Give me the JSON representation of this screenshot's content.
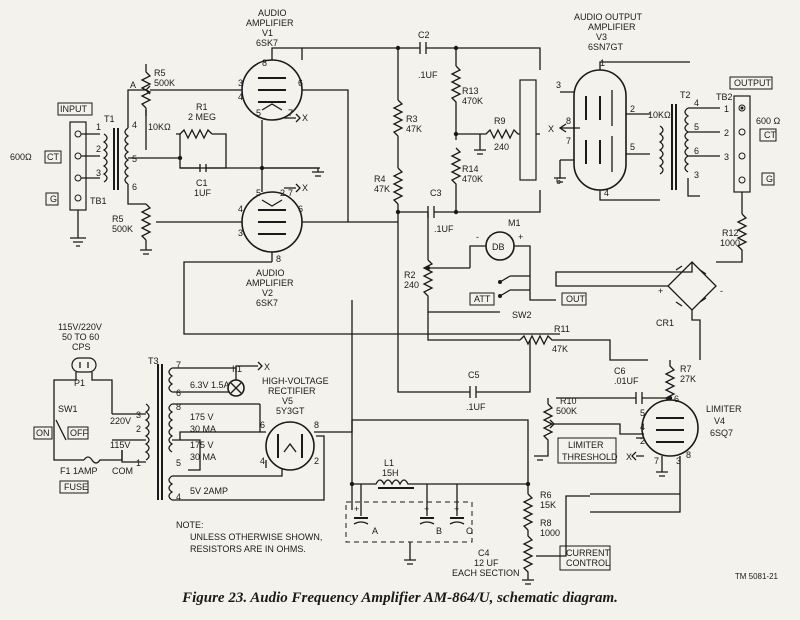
{
  "caption": "Figure 23. Audio Frequency Amplifier AM-864/U, schematic diagram.",
  "tm_number": "TM 5081-21",
  "labels": {
    "v1_title": "AUDIO",
    "v1_title2": "AMPLIFIER",
    "v1_ref": "V1",
    "v1_type": "6SK7",
    "v2_title": "AUDIO",
    "v2_title2": "AMPLIFIER",
    "v2_ref": "V2",
    "v2_type": "6SK7",
    "v3_title": "AUDIO OUTPUT",
    "v3_title2": "AMPLIFIER",
    "v3_ref": "V3",
    "v3_type": "6SN7GT",
    "v4_title": "LIMITER",
    "v4_ref": "V4",
    "v4_type": "6SQ7",
    "v5_title": "HIGH-VOLTAGE",
    "v5_title2": "RECTIFIER",
    "v5_ref": "V5",
    "v5_type": "5Y3GT",
    "input": "INPUT",
    "output": "OUTPUT",
    "imp_in": "600Ω",
    "imp_out": "600 Ω",
    "ct": "CT",
    "g": "G",
    "tb1": "TB1",
    "tb2": "TB2",
    "t1": "T1",
    "t2": "T2",
    "t3": "T3",
    "a": "A",
    "r1": "R1",
    "r1_val": "2 MEG",
    "r5a": "R5",
    "r5a_val": "500K",
    "r5b": "R5",
    "r5b_val": "500K",
    "r3": "R3",
    "r3_val": "47K",
    "r4": "R4",
    "r4_val": "47K",
    "r13": "R13",
    "r13_val": "470K",
    "r14": "R14",
    "r14_val": "470K",
    "r9": "R9",
    "r9_val": "240",
    "r2": "R2",
    "r2_val": "240",
    "r11": "R11",
    "r11_val": "47K",
    "r7": "R7",
    "r7_val": "27K",
    "r10": "R10",
    "r10_val": "500K",
    "r12": "R12",
    "r12_val": "1000",
    "r6": "R6",
    "r6_val": "15K",
    "r8": "R8",
    "r8_val": "1000",
    "c1": "C1",
    "c1_val": "1UF",
    "c2": "C2",
    "c2_val": ".1UF",
    "c3": "C3",
    "c3_val": ".1UF",
    "c5": "C5",
    "c5_val": ".1UF",
    "c6": "C6",
    "c6_val": ".01UF",
    "c4": "C4",
    "c4_val": "12 UF",
    "c4_each": "EACH SECTION",
    "l1": "L1",
    "l1_val": "15H",
    "m1": "M1",
    "db": "DB",
    "att": "ATT",
    "out": "OUT",
    "sw2": "SW2",
    "cr1": "CR1",
    "mains": "115V/220V",
    "mains2": "50 TO 60",
    "mains3": "CPS",
    "p1": "P1",
    "sw1": "SW1",
    "on": "ON",
    "off": "OFF",
    "f1": "F1 1AMP",
    "fuse": "FUSE",
    "v220": "220V",
    "v115": "115V",
    "com": "COM",
    "i1": "I 1",
    "w_63": "6.3V 1.5AMP",
    "w_175a": "175 V",
    "w_30a": "30 MA",
    "w_175b": "175 V",
    "w_30b": "30 MA",
    "w_5v": "5V  2AMP",
    "ten_k1": "10KΩ",
    "ten_k2": "10KΩ",
    "limiter_threshold": "LIMITER",
    "limiter_threshold2": "THRESHOLD",
    "current_control": "CURRENT",
    "current_control2": "CONTROL",
    "note1": "NOTE:",
    "note2": "UNLESS OTHERWISE SHOWN,",
    "note3": "RESISTORS ARE IN OHMS.",
    "x": "X",
    "p1n": "1",
    "p2n": "2",
    "p3n": "3",
    "p4n": "4",
    "p5n": "5",
    "p6n": "6",
    "p7n": "7",
    "p8n": "8",
    "sa": "A",
    "sb": "B",
    "sc": "C",
    "plus": "+",
    "minus": "-"
  }
}
